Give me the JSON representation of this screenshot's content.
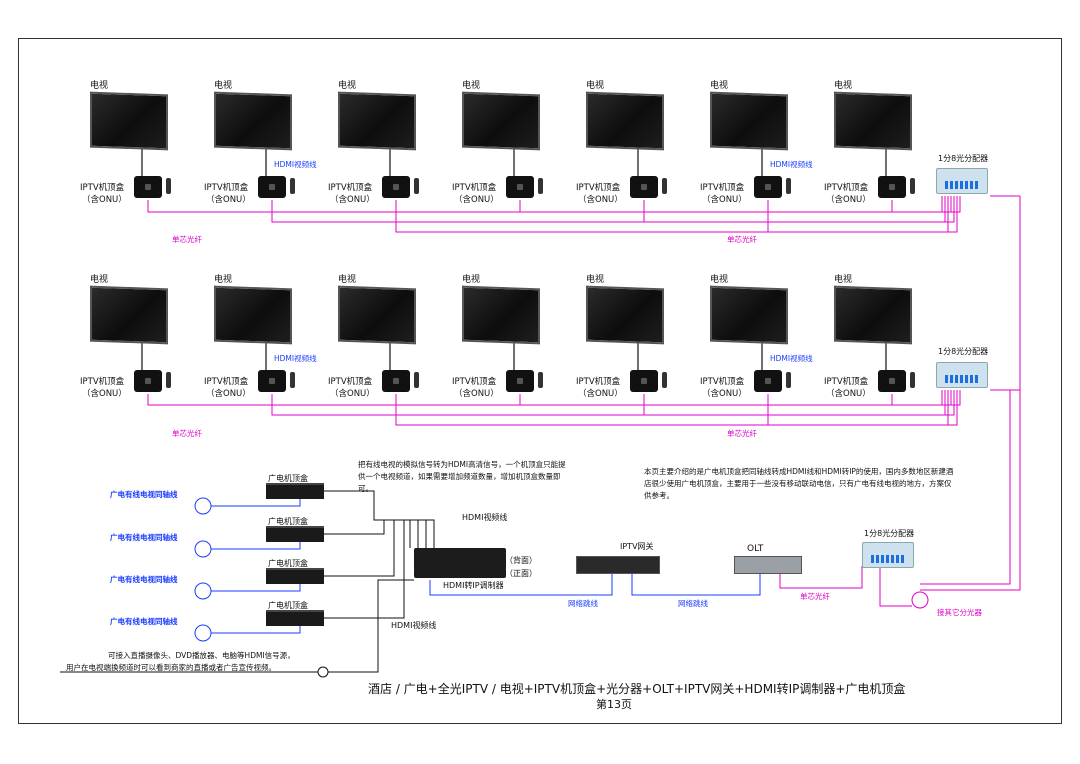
{
  "tv_label": "电视",
  "stb_label_line1": "IPTV机顶盒",
  "stb_label_line2": "（含ONU）",
  "splitter_label": "1分8光分配器",
  "fiber_label": "单芯光纤",
  "hdmi_label": "HDMI视频线",
  "coax_label": "广电有线电视同轴线",
  "cable_box_label": "广电机顶盒",
  "encoder_back_label": "（背面）",
  "encoder_front_label": "（正面）",
  "encoder_label": "HDMI转IP调制器",
  "gateway_label": "IPTV网关",
  "olt_label": "OLT",
  "network_patch_label": "网络跳线",
  "other_splitter_label": "接其它分光器",
  "note_encoder": "把有线电视的模拟信号转为HDMI高清信号，一个机顶盒只能提供一个电视频道，如果需要增加频道数量，增加机顶盒数量即可。",
  "note_page": "本页主要介绍的是广电机顶盒把同轴线转成HDMI线和HDMI转IP的使用，国内多数地区新建酒店很少使用广电机顶盒，主要用于一些没有移动联动电信，只有广电有线电视的地方，方案仅供参考。",
  "note_input_line1": "可接入直播摄像头、DVD播放器、电脑等HDMI信号源，",
  "note_input_line2": "用户在电视端换频道时可以看到商家的直播或者广告宣传视频。",
  "title": "酒店 / 广电+全光IPTV / 电视+IPTV机顶盒+光分器+OLT+IPTV网关+HDMI转IP调制器+广电机顶盒",
  "page_number": "第13页",
  "colors": {
    "fiber": "#e000c8",
    "coax": "#1a3cff",
    "hdmi": "#111111",
    "network": "#1a3cff"
  }
}
